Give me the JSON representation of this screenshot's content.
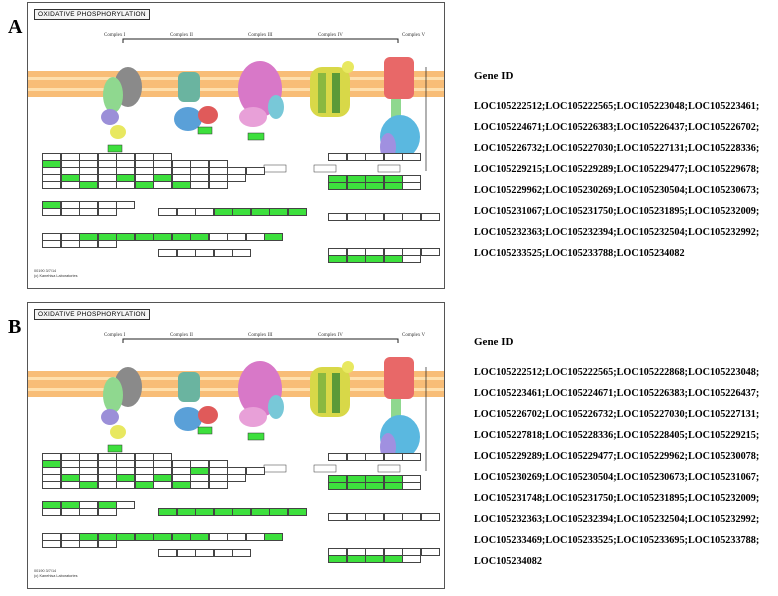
{
  "panels": [
    {
      "letter": "A",
      "map_title": "OXIDATIVE PHOSPHORYLATION",
      "complex_labels": [
        "Complex I",
        "Complex II",
        "Complex III",
        "Complex IV",
        "Complex V"
      ],
      "footer": [
        "00190 3/7/14",
        "(c) Kanehisa Laboratories"
      ],
      "gene_title": "Gene ID",
      "gene_list": "LOC105222512;LOC105222565;LOC105223048;LOC105223461;LOC105224671;LOC105226383;LOC105226437;LOC105226702;LOC105226732;LOC105227030;LOC105227131;LOC105228336;LOC105229215;LOC105229289;LOC105229477;LOC105229678;LOC105229962;LOC105230269;LOC105230504;LOC105230673;LOC105231067;LOC105231750;LOC105231895;LOC105232009;LOC105232363;LOC105232394;LOC105232504;LOC105232992;LOC105233525;LOC105233788;LOC105234082"
    },
    {
      "letter": "B",
      "map_title": "OXIDATIVE PHOSPHORYLATION",
      "complex_labels": [
        "Complex I",
        "Complex II",
        "Complex III",
        "Complex IV",
        "Complex V"
      ],
      "footer": [
        "00190 3/7/14",
        "(c) Kanehisa Laboratories"
      ],
      "gene_title": "Gene ID",
      "gene_list": "LOC105222512;LOC105222565;LOC105222868;LOC105223048;LOC105223461;LOC105224671;LOC105226383;LOC105226437;LOC105226702;LOC105226732;LOC105227030;LOC105227131;LOC105227818;LOC105228336;LOC105228405;LOC105229215;LOC105229289;LOC105229477;LOC105229962;LOC105230078;LOC105230269;LOC105230504;LOC105230673;LOC105231067;LOC105231748;LOC105231750;LOC105231895;LOC105232009;LOC105232363;LOC105232394;LOC105232504;LOC105232992;LOC105233469;LOC105233525;LOC105233695;LOC105233788;LOC105234082"
    }
  ],
  "colors": {
    "highlight": "#3de03d",
    "membrane_orange": "#f5a74a",
    "complex_I": "#8fd88f",
    "complex_II": "#5aa0d8",
    "complex_III": "#d878c8",
    "complex_IV": "#d8d848",
    "complex_V": "#e86868"
  }
}
